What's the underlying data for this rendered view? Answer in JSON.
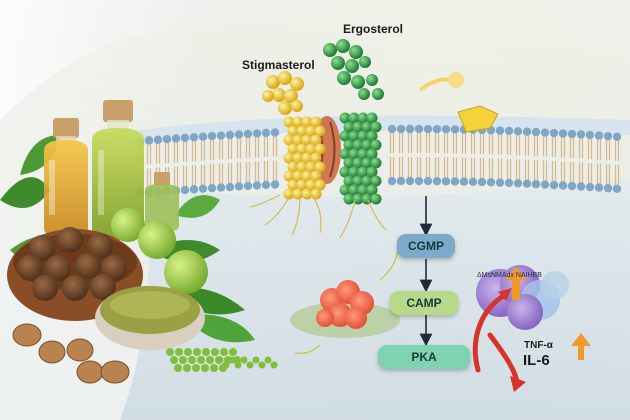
{
  "labels": {
    "stigmasterol": "Stigmasterol",
    "ergosterol": "Ergosterol",
    "receptor_text": "ΔMsNMAdx NAIHBB",
    "tnf": "TNF-α",
    "il6": "IL-6"
  },
  "pathway": [
    {
      "label": "CGMP",
      "color": "#7ea9c8"
    },
    {
      "label": "CAMP",
      "color": "#b9d98a"
    },
    {
      "label": "PKA",
      "color": "#7fd2b2"
    }
  ],
  "colors": {
    "stigmasterol": "#f2cb2a",
    "ergosterol": "#2f9e4c",
    "membrane_head": "#7fa6c4",
    "arrow_red": "#d8332a",
    "arrow_orange": "#f09a2a"
  },
  "icons": [
    "oil-bottle-icon",
    "walnut-icon",
    "green-apple-icon",
    "herbal-powder-icon",
    "leaf-icon",
    "coral-cell-icon",
    "receptor-protein-icon",
    "up-arrow-icon"
  ]
}
